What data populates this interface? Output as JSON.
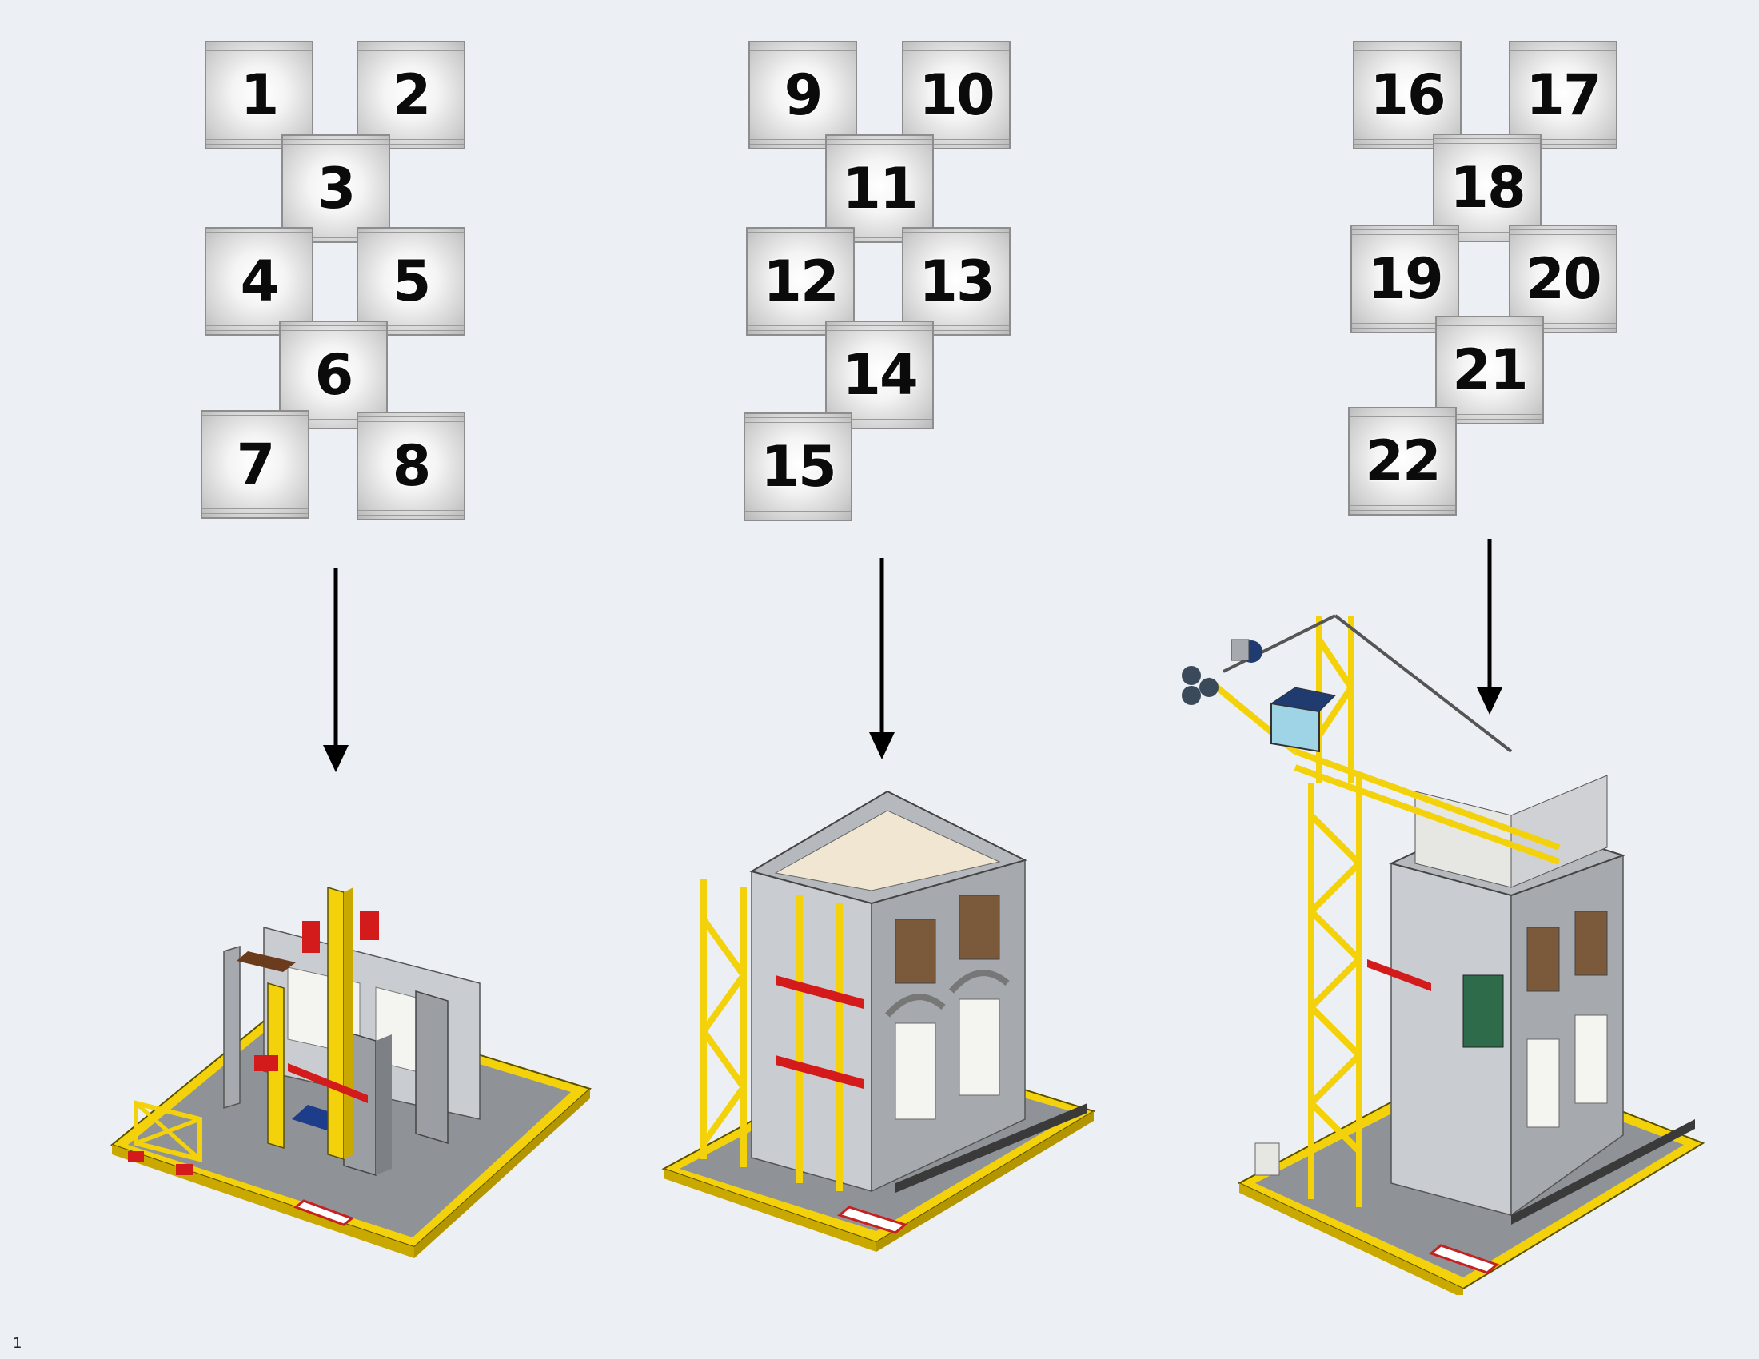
{
  "page_number": "1",
  "stages": [
    {
      "bags": [
        "1",
        "2",
        "3",
        "4",
        "5",
        "6",
        "7",
        "8"
      ],
      "model_name": "building-base-stage"
    },
    {
      "bags": [
        "9",
        "10",
        "11",
        "12",
        "13",
        "14",
        "15"
      ],
      "model_name": "building-middle-stage"
    },
    {
      "bags": [
        "16",
        "17",
        "18",
        "19",
        "20",
        "21",
        "22"
      ],
      "model_name": "building-crane-stage"
    }
  ],
  "colors": {
    "background": "#eceff3",
    "lego_yellow": "#f3d20c",
    "lego_gray": "#a6a9ad",
    "lego_red": "#d41b1b",
    "base_gray": "#8f9397"
  }
}
